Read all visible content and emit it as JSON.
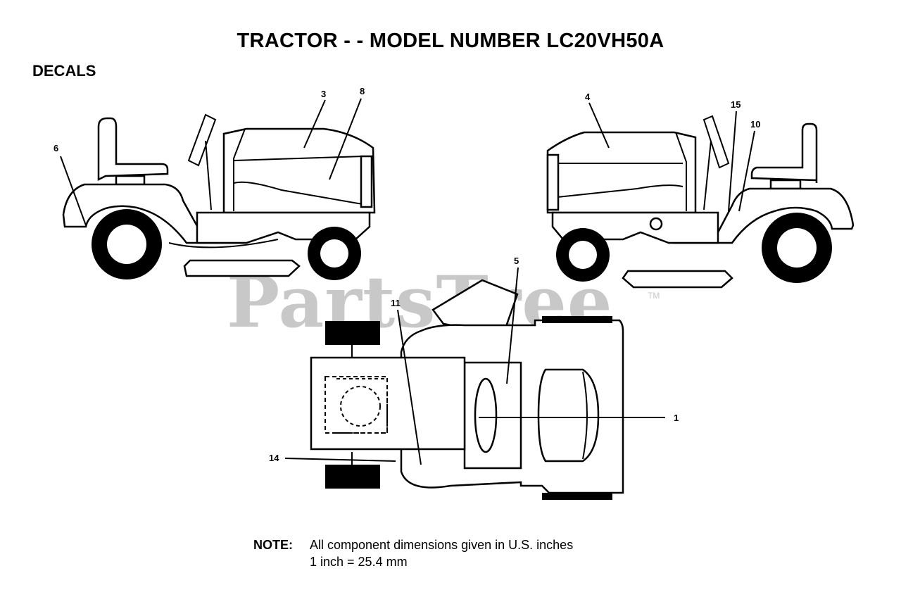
{
  "title": "TRACTOR - - MODEL NUMBER LC20VH50A",
  "section_label": "DECALS",
  "watermark": "PartsTree",
  "watermark_tm": "TM",
  "callouts": {
    "c1": "1",
    "c3": "3",
    "c4": "4",
    "c5": "5",
    "c6": "6",
    "c8": "8",
    "c10": "10",
    "c11": "11",
    "c14": "14",
    "c15": "15"
  },
  "note": {
    "label": "NOTE:",
    "line1": "All component dimensions given in U.S. inches",
    "line2": "1 inch = 25.4 mm"
  }
}
